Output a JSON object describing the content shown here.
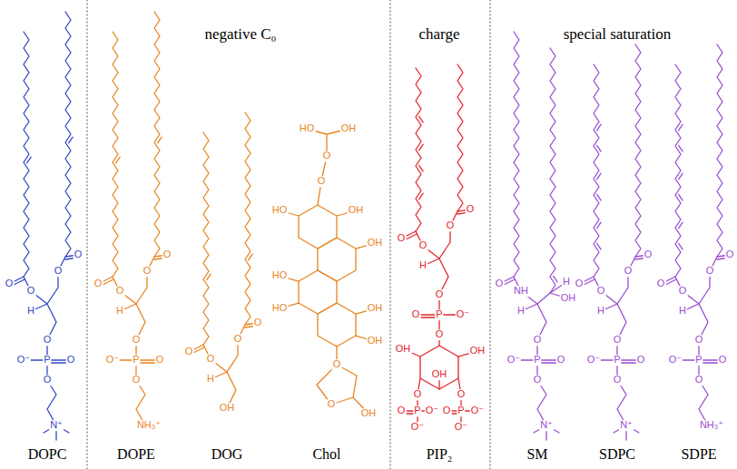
{
  "diagram": {
    "labels": [
      "negative C₀",
      "charge",
      "special saturation",
      "O",
      "O",
      "O",
      "O",
      "H",
      "O",
      "O⁻",
      "P",
      "O",
      "O",
      "N⁺",
      "DOPC",
      "O",
      "O",
      "O",
      "O",
      "H",
      "O",
      "O⁻",
      "P",
      "O",
      "O",
      "NH₃⁺",
      "DOPE",
      "O",
      "O",
      "O",
      "O",
      "H",
      "OH",
      "DOG",
      "HO",
      "OH",
      "O",
      "O",
      "OH",
      "HO",
      "OH",
      "HO",
      "HO",
      "OH",
      "OH",
      "O",
      "O",
      "OH",
      "Chol",
      "O",
      "O",
      "O",
      "O",
      "H",
      "O",
      "O",
      "P",
      "O⁻",
      "O",
      "OH",
      "OH",
      "OH",
      "O",
      "P",
      "O",
      "O⁻",
      "O⁻",
      "O",
      "P",
      "O",
      "O⁻",
      "O⁻",
      "PIP₂",
      "O",
      "NH",
      "H",
      "OH",
      "H",
      "O",
      "O⁻",
      "P",
      "O",
      "O",
      "N⁺",
      "SM",
      "O",
      "O",
      "O",
      "O",
      "H",
      "O",
      "O⁻",
      "P",
      "O",
      "O",
      "N⁺",
      "SDPC",
      "O",
      "O",
      "O",
      "O",
      "H",
      "O",
      "O⁻",
      "P",
      "O",
      "O",
      "NH₃⁺",
      "SDPE"
    ]
  }
}
